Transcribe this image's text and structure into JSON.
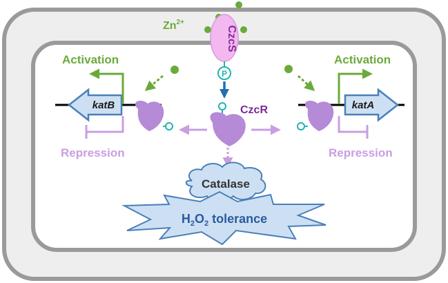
{
  "labels": {
    "zinc": "Zn",
    "zinc_charge": "2+",
    "sensor": "CzcS",
    "phospho": "P",
    "regulator": "CzcR",
    "activation_left": "Activation",
    "activation_right": "Activation",
    "repression_left": "Repression",
    "repression_right": "Repression",
    "gene_left": "katB",
    "gene_right": "katA",
    "enzyme": "Catalase",
    "tolerance_prefix": "H",
    "tolerance_sub1": "2",
    "tolerance_mid": "O",
    "tolerance_sub2": "2",
    "tolerance_suffix": " tolerance"
  },
  "colors": {
    "activation": "#6aaa3a",
    "repression": "#c99ee0",
    "protein": "#b58ad6",
    "regulator_text": "#7a2a9a",
    "sensor_fill": "#f3b8f0",
    "sensor_text": "#8a2a9a",
    "phospho": "#1fb3b3",
    "signal_arrow": "#1f6fb3",
    "gene_fill": "#cde0f3",
    "gene_stroke": "#4a7fb8",
    "membrane": "#9a9a9a"
  },
  "icons": [
    "zinc-ion-dot",
    "phospho-icon",
    "czcr-protein",
    "gene-arrow"
  ]
}
